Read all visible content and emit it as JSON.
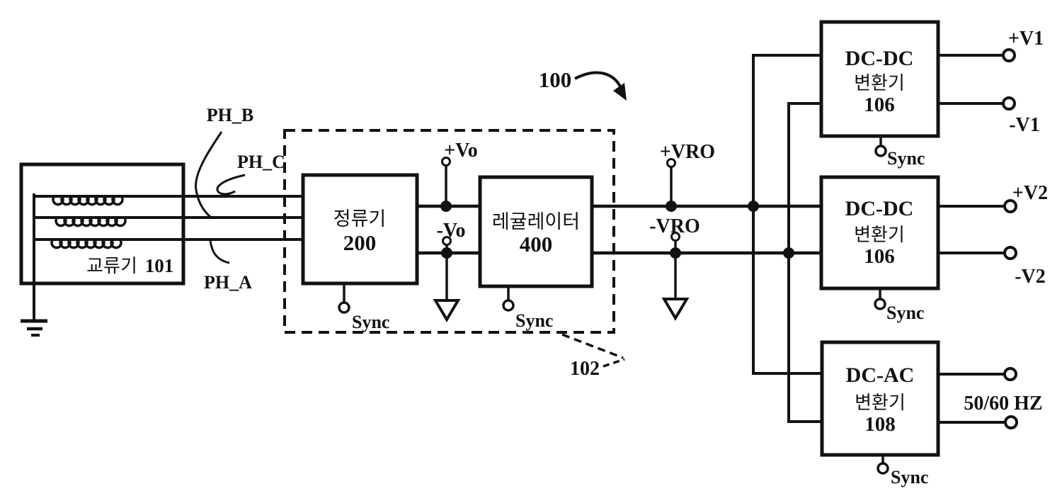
{
  "figure": {
    "ref_main": "100",
    "ref_inner": "102"
  },
  "generator": {
    "name": "교류기",
    "ref": "101",
    "phase_b": "PH_B",
    "phase_c": "PH_C",
    "phase_a": "PH_A"
  },
  "rectifier": {
    "name": "정류기",
    "ref": "200",
    "sync": "Sync"
  },
  "regulator": {
    "name": "레귤레이터",
    "ref": "400",
    "sync": "Sync"
  },
  "bus": {
    "vo_pos": "+Vo",
    "vo_neg": "-Vo",
    "vro_pos": "+VRO",
    "vro_neg": "-VRO"
  },
  "dcdc_top": {
    "type": "DC-DC",
    "name": "변환기",
    "ref": "106",
    "sync": "Sync",
    "out_pos": "+V1",
    "out_neg": "-V1"
  },
  "dcdc_mid": {
    "type": "DC-DC",
    "name": "변환기",
    "ref": "106",
    "sync": "Sync",
    "out_pos": "+V2",
    "out_neg": "-V2"
  },
  "dcac": {
    "type": "DC-AC",
    "name": "변환기",
    "ref": "108",
    "sync": "Sync",
    "out": "50/60 HZ"
  }
}
